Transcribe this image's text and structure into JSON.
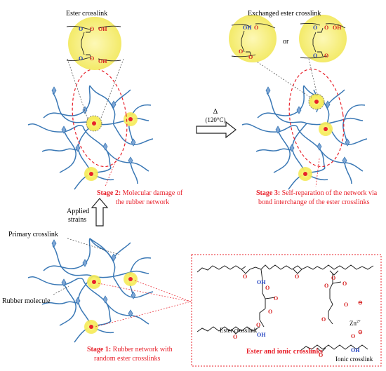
{
  "titles": {
    "ester_crosslink": "Ester crosslink",
    "exchanged_ester_crosslink": "Exchanged ester crosslink",
    "or": "or"
  },
  "arrows": {
    "heat_symbol": "Δ",
    "heat_temp": "(120°C)",
    "applied_strains_1": "Applied",
    "applied_strains_2": "strains"
  },
  "stages": {
    "stage2_title": "Stage 2:",
    "stage2_line1": " Molecular damage of",
    "stage2_line2": "the rubber network",
    "stage3_title": "Stage 3:",
    "stage3_line1": " Self-reparation of the network via",
    "stage3_line2": "bond interchange of the ester crosslinks",
    "stage1_title": "Stage 1:",
    "stage1_line1": " Rubber network with",
    "stage1_line2": "random ester crosslinks"
  },
  "callouts": {
    "primary_crosslink": "Primary crosslink",
    "rubber_molecule": "Rubber molecule"
  },
  "chemistry": {
    "box_title": "Ester and ionic crosslinks",
    "ester_crosslink_label": "Ester crosslink",
    "ionic_crosslink_label": "Ionic crosslink",
    "oh": "OH",
    "o": "O",
    "zn": "Zn",
    "zn_charge": "2+"
  },
  "colors": {
    "network_blue": "#3a78b5",
    "crosslink_blue": "#7fa7d6",
    "highlight_yellow": "#f6ec5a",
    "ester_red": "#e8202a",
    "label_red": "#e8202a",
    "oxygen_red": "#d62020",
    "hydroxyl_blue": "#2040c0"
  }
}
